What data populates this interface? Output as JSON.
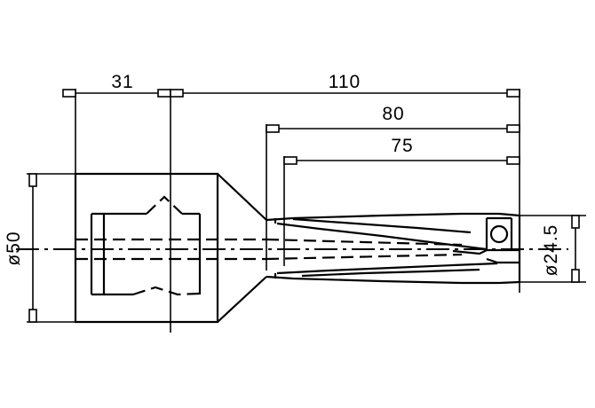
{
  "drawing": {
    "title": "Indexable Insert Drill - Technical Drawing",
    "background_color": "#ffffff",
    "line_color": "#000000",
    "view": "side-section-view"
  },
  "dimensions": {
    "shank_length": "31",
    "overall_length": "110",
    "flute_to_tip_length": "80",
    "effective_flute_length": "75",
    "shank_diameter": "ø50",
    "drill_diameter": "ø24.5"
  },
  "labels": {
    "dim_31": "31",
    "dim_110": "110",
    "dim_80": "80",
    "dim_75": "75",
    "dim_d50": "ø50",
    "dim_d245": "ø24.5"
  },
  "features": {
    "shank": "cylindrical-shank",
    "bore": "internal-coolant-bore",
    "taper": "tapered-transition",
    "flutes": "helical-flutes",
    "pocket": "insert-pocket",
    "screw": "clamp-screw-hole",
    "centerline": "axis-centerline"
  }
}
